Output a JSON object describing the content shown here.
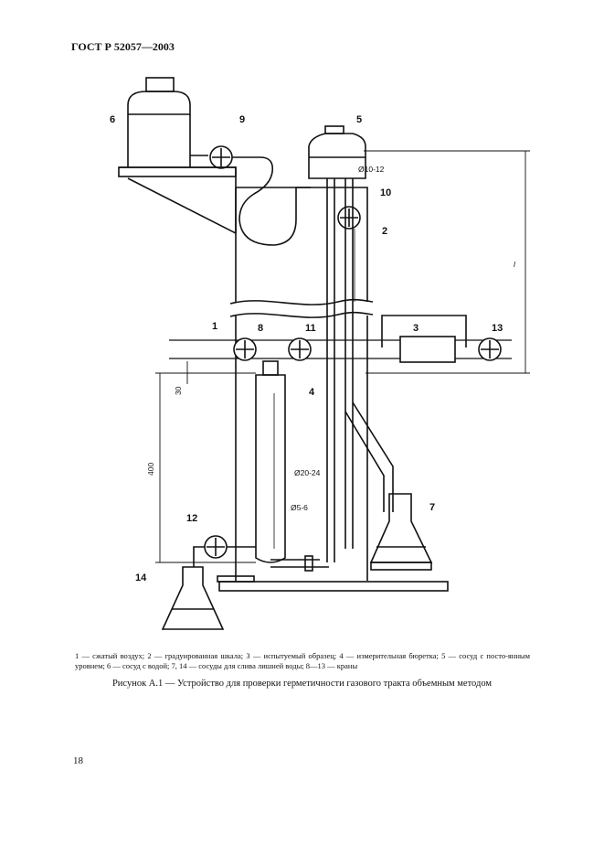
{
  "header": {
    "standard_code": "ГОСТ Р 52057—2003"
  },
  "figure": {
    "labels": {
      "l1": "1",
      "l2": "2",
      "l3": "3",
      "l4": "4",
      "l5": "5",
      "l6": "6",
      "l7": "7",
      "l8": "8",
      "l9": "9",
      "l10": "10",
      "l11": "11",
      "l12": "12",
      "l13": "13",
      "l14": "14"
    },
    "dimensions": {
      "d10_12": "Ø10-12",
      "d20_24": "Ø20-24",
      "d5_6": "Ø5-6",
      "dim30": "30",
      "dim400": "400",
      "dim_l": "l"
    }
  },
  "legend": {
    "text": "1 — сжатый воздух; 2 — градуированная шкала; 3 — испытуемый образец; 4 — измерительная бюретка; 5 — сосуд с посто-янным уровнем; 6 — сосуд с водой; 7, 14 — сосуды для слива лишней воды; 8—13 — краны"
  },
  "caption": "Рисунок А.1 — Устройство для проверки герметичности газового тракта объемным методом",
  "page_number": "18"
}
